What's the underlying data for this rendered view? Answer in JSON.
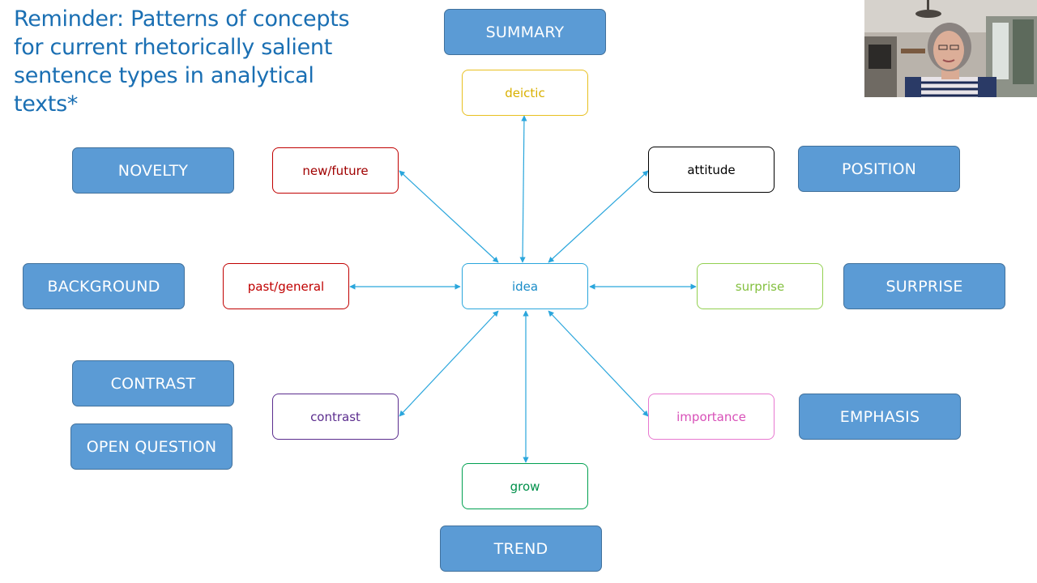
{
  "title": "Reminder: Patterns of concepts for current rhetorically salient sentence types in analytical texts*",
  "categories": {
    "summary": "SUMMARY",
    "novelty": "NOVELTY",
    "position": "POSITION",
    "background": "BACKGROUND",
    "surprise": "SURPRISE",
    "contrast": "CONTRAST",
    "open_question": "OPEN QUESTION",
    "emphasis": "EMPHASIS",
    "trend": "TREND"
  },
  "concepts": {
    "center": "idea",
    "deictic": "deictic",
    "new_future": "new/future",
    "attitude": "attitude",
    "past_general": "past/general",
    "surprise": "surprise",
    "contrast": "contrast",
    "importance": "importance",
    "grow": "grow"
  },
  "colors": {
    "category_fill": "#5b9bd5",
    "category_border": "#41719c",
    "title": "#1a6fb3",
    "link": "#2aa6dc",
    "idea": "#2aa6dc",
    "deictic": "#e8c020",
    "new_future": "#c00000",
    "attitude": "#000000",
    "past_general": "#c00000",
    "surprise": "#92d050",
    "contrast": "#5b2d8e",
    "importance": "#e060c0",
    "grow": "#00a050"
  }
}
